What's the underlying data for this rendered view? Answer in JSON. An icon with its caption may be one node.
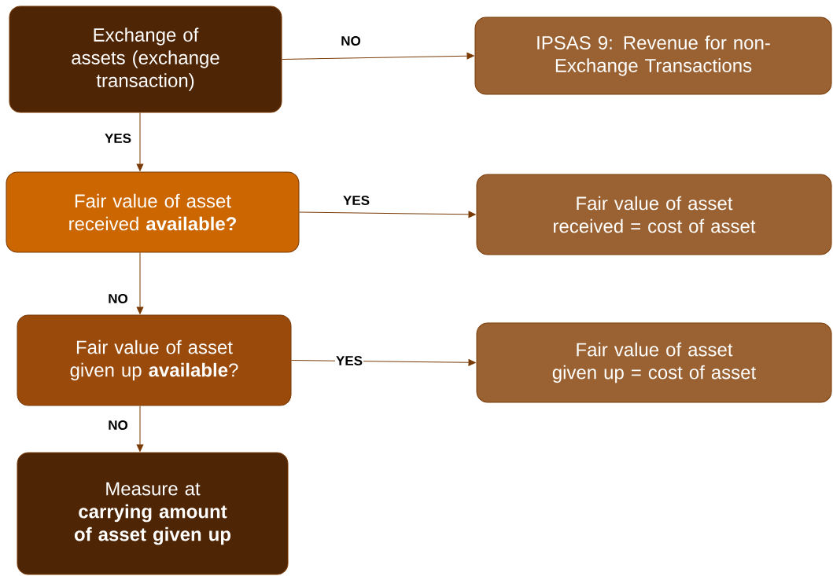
{
  "diagram": {
    "nodes": [
      {
        "text": [
          "Exchange of assets (exchange transaction)"
        ]
      },
      {
        "text": [
          "IPSAS 9:  Revenue for non-Exchange Transactions"
        ]
      },
      {
        "text": [
          "Fair value of asset received **available?**"
        ]
      },
      {
        "text": [
          "Fair value of asset received = cost of asset"
        ]
      },
      {
        "text": [
          "Fair value of asset given up **available**?"
        ]
      },
      {
        "text": [
          "Fair value of asset given up = cost of asset"
        ]
      },
      {
        "text": [
          "Measure at **carrying amount of asset given up**"
        ]
      }
    ],
    "edges": [
      {
        "from": 0,
        "to": 1,
        "arrow": "to",
        "label": "NO"
      },
      {
        "from": 0,
        "to": 2,
        "arrow": "to",
        "label": "YES"
      },
      {
        "from": 2,
        "to": 3,
        "arrow": "to",
        "label": "YES"
      },
      {
        "from": 2,
        "to": 4,
        "arrow": "to",
        "label": "NO"
      },
      {
        "from": 4,
        "to": 5,
        "arrow": "to",
        "label": "YES"
      },
      {
        "from": 4,
        "to": 6,
        "arrow": "to",
        "label": "NO"
      }
    ]
  }
}
